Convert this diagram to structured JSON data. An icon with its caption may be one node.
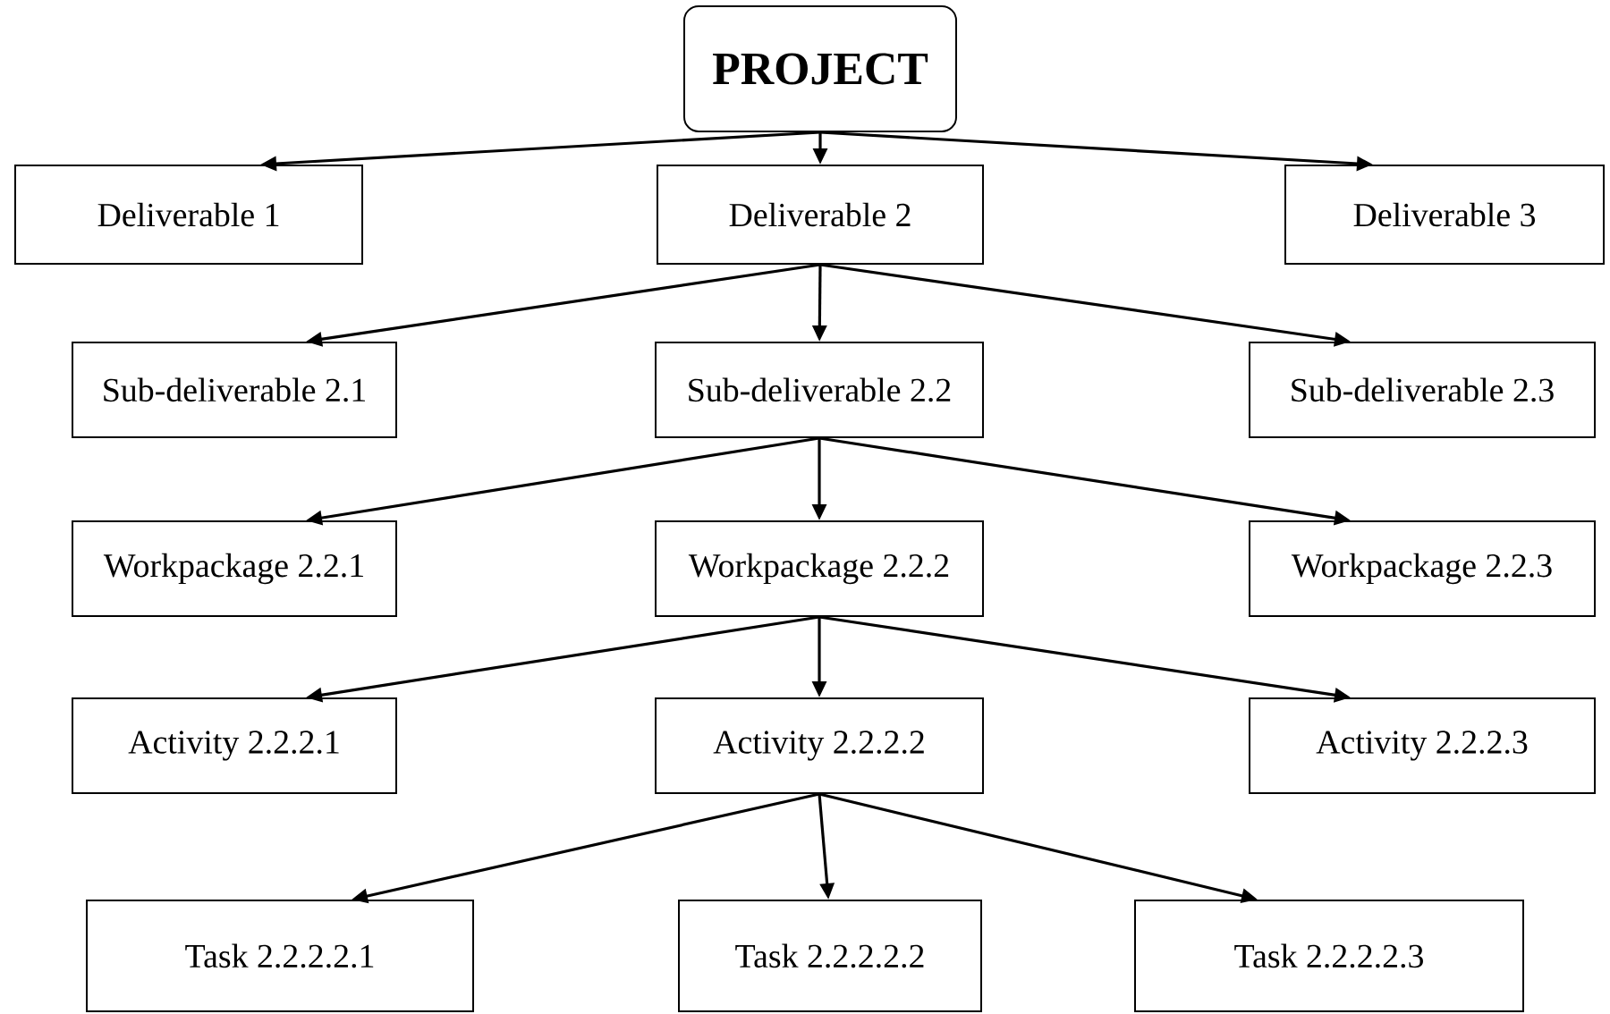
{
  "diagram": {
    "nodes": [
      {
        "text": [
          "PROJECT"
        ]
      },
      {
        "text": [
          "Deliverable 1"
        ]
      },
      {
        "text": [
          "Deliverable 2"
        ]
      },
      {
        "text": [
          "Deliverable 3"
        ]
      },
      {
        "text": [
          "Sub-deliverable 2.1"
        ]
      },
      {
        "text": [
          "Sub-deliverable 2.2"
        ]
      },
      {
        "text": [
          "Sub-deliverable 2.3"
        ]
      },
      {
        "text": [
          "Workpackage 2.2.1"
        ]
      },
      {
        "text": [
          "Workpackage 2.2.2"
        ]
      },
      {
        "text": [
          "Workpackage 2.2.3"
        ]
      },
      {
        "text": [
          "Activity 2.2.2.1"
        ]
      },
      {
        "text": [
          "Activity 2.2.2.2"
        ]
      },
      {
        "text": [
          "Activity 2.2.2.3"
        ]
      },
      {
        "text": [
          "Task 2.2.2.2.1"
        ]
      },
      {
        "text": [
          "Task 2.2.2.2.2"
        ]
      },
      {
        "text": [
          "Task 2.2.2.2.3"
        ]
      }
    ],
    "edges": [
      {
        "from": 0,
        "to": 1,
        "arrow": "to"
      },
      {
        "from": 0,
        "to": 2,
        "arrow": "to"
      },
      {
        "from": 0,
        "to": 3,
        "arrow": "to"
      },
      {
        "from": 2,
        "to": 4,
        "arrow": "to"
      },
      {
        "from": 2,
        "to": 5,
        "arrow": "to"
      },
      {
        "from": 2,
        "to": 6,
        "arrow": "to"
      },
      {
        "from": 5,
        "to": 7,
        "arrow": "to"
      },
      {
        "from": 5,
        "to": 8,
        "arrow": "to"
      },
      {
        "from": 5,
        "to": 9,
        "arrow": "to"
      },
      {
        "from": 8,
        "to": 10,
        "arrow": "to"
      },
      {
        "from": 8,
        "to": 11,
        "arrow": "to"
      },
      {
        "from": 8,
        "to": 12,
        "arrow": "to"
      },
      {
        "from": 11,
        "to": 13,
        "arrow": "to"
      },
      {
        "from": 11,
        "to": 14,
        "arrow": "to"
      },
      {
        "from": 11,
        "to": 15,
        "arrow": "to"
      }
    ]
  }
}
